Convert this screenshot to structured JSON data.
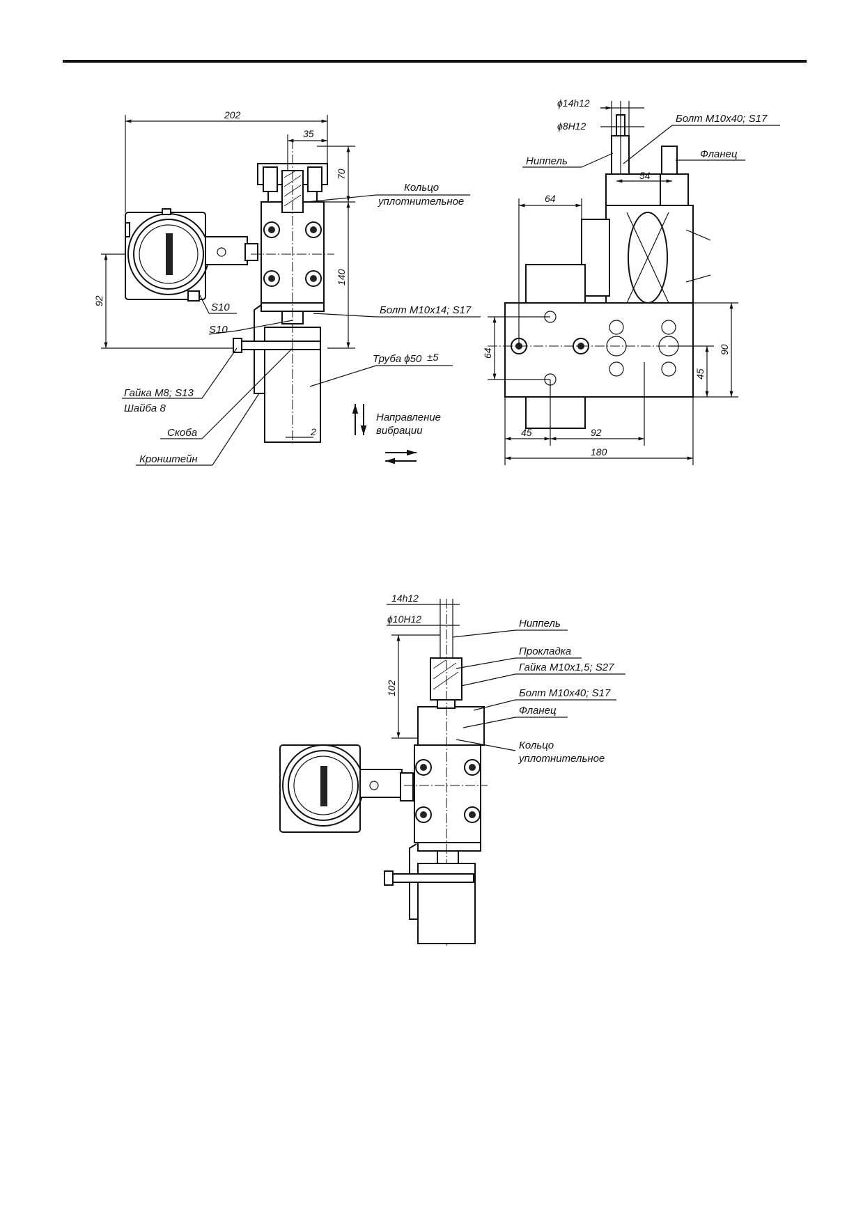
{
  "figure_top": {
    "dims": {
      "d202": "202",
      "d35": "35",
      "d70": "70",
      "d140": "140",
      "d92": "92",
      "d2": "2"
    },
    "labels": {
      "ring_l1": "Кольцо",
      "ring_l2": "уплотнительное",
      "s10_a": "S10",
      "s10_b": "S10",
      "bolt": "Болт М10х14; S17",
      "pipe": "Труба ϕ50",
      "pipe_tol": "±5",
      "nut_l1": "Гайка М8; S13",
      "nut_l2": "Шайба 8",
      "bracket_clamp": "Скоба",
      "bracket": "Кронштейн",
      "vib_l1": "Направление",
      "vib_l2": "вибрации"
    }
  },
  "figure_side": {
    "dims": {
      "phi14": "ϕ14h12",
      "phi8": "ϕ8H12",
      "d54": "54",
      "d64_top": "64",
      "d64_left": "64",
      "d90": "90",
      "d45_right": "45",
      "d45_bottom": "45",
      "d92": "92",
      "d180": "180"
    },
    "labels": {
      "bolt": "Болт М10х40; S17",
      "nipple": "Ниппель",
      "flange": "Фланец"
    }
  },
  "figure_bottom": {
    "dims": {
      "d14h12": "14h12",
      "phi10": "ϕ10H12",
      "d102": "102"
    },
    "labels": {
      "nipple": "Ниппель",
      "gasket": "Прокладка",
      "nut": "Гайка М10х1,5; S27",
      "bolt": "Болт М10х40; S17",
      "flange": "Фланец",
      "ring_l1": "Кольцо",
      "ring_l2": "уплотнительное"
    }
  }
}
